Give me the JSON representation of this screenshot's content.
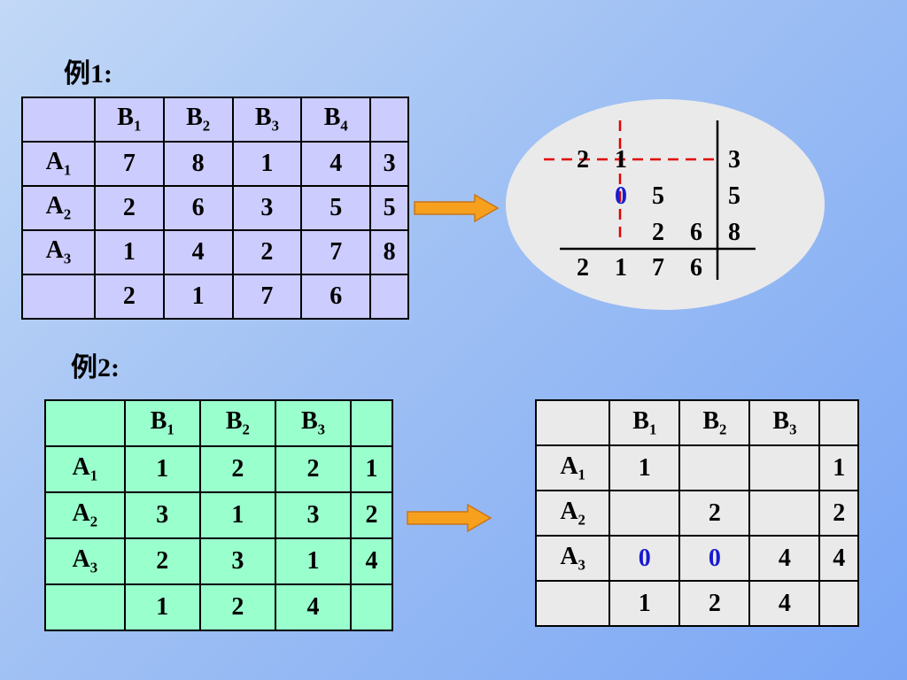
{
  "example1": {
    "label": "例1:",
    "col_headers": [
      {
        "base": "B",
        "sub": "1"
      },
      {
        "base": "B",
        "sub": "2"
      },
      {
        "base": "B",
        "sub": "3"
      },
      {
        "base": "B",
        "sub": "4"
      }
    ],
    "rows": [
      {
        "header": {
          "base": "A",
          "sub": "1"
        },
        "cells": [
          "7",
          "8",
          "1",
          "4",
          "3"
        ]
      },
      {
        "header": {
          "base": "A",
          "sub": "2"
        },
        "cells": [
          "2",
          "6",
          "3",
          "5",
          "5"
        ]
      },
      {
        "header": {
          "base": "A",
          "sub": "3"
        },
        "cells": [
          "1",
          "4",
          "2",
          "7",
          "8"
        ]
      }
    ],
    "footer": [
      "2",
      "1",
      "7",
      "6"
    ]
  },
  "calc_diagram": {
    "rows": [
      [
        "2",
        "1",
        "",
        "",
        "3"
      ],
      [
        "",
        "0",
        "5",
        "",
        "5"
      ],
      [
        "",
        "",
        "2",
        "6",
        "8"
      ],
      [
        "2",
        "1",
        "7",
        "6",
        ""
      ]
    ],
    "highlight_color": "#1a1ad0",
    "dash_color": "#e00000"
  },
  "example2": {
    "label": "例2:",
    "col_headers": [
      {
        "base": "B",
        "sub": "1"
      },
      {
        "base": "B",
        "sub": "2"
      },
      {
        "base": "B",
        "sub": "3"
      }
    ],
    "rows": [
      {
        "header": {
          "base": "A",
          "sub": "1"
        },
        "cells": [
          "1",
          "2",
          "2",
          "1"
        ]
      },
      {
        "header": {
          "base": "A",
          "sub": "2"
        },
        "cells": [
          "3",
          "1",
          "3",
          "2"
        ]
      },
      {
        "header": {
          "base": "A",
          "sub": "3"
        },
        "cells": [
          "2",
          "3",
          "1",
          "4"
        ]
      }
    ],
    "footer": [
      "1",
      "2",
      "4"
    ]
  },
  "result2": {
    "col_headers": [
      {
        "base": "B",
        "sub": "1"
      },
      {
        "base": "B",
        "sub": "2"
      },
      {
        "base": "B",
        "sub": "3"
      }
    ],
    "rows": [
      {
        "header": {
          "base": "A",
          "sub": "1"
        },
        "cells": [
          "1",
          "",
          "",
          "1"
        ]
      },
      {
        "header": {
          "base": "A",
          "sub": "2"
        },
        "cells": [
          "",
          "2",
          "",
          "2"
        ]
      },
      {
        "header": {
          "base": "A",
          "sub": "3"
        },
        "cells": [
          "0",
          "0",
          "4",
          "4"
        ]
      }
    ],
    "footer": [
      "1",
      "2",
      "4"
    ]
  },
  "colors": {
    "table1_bg": "#ccccff",
    "table2_bg": "#99ffcc",
    "table3_bg": "#eaeaea",
    "arrow_fill": "#f7a01e"
  }
}
